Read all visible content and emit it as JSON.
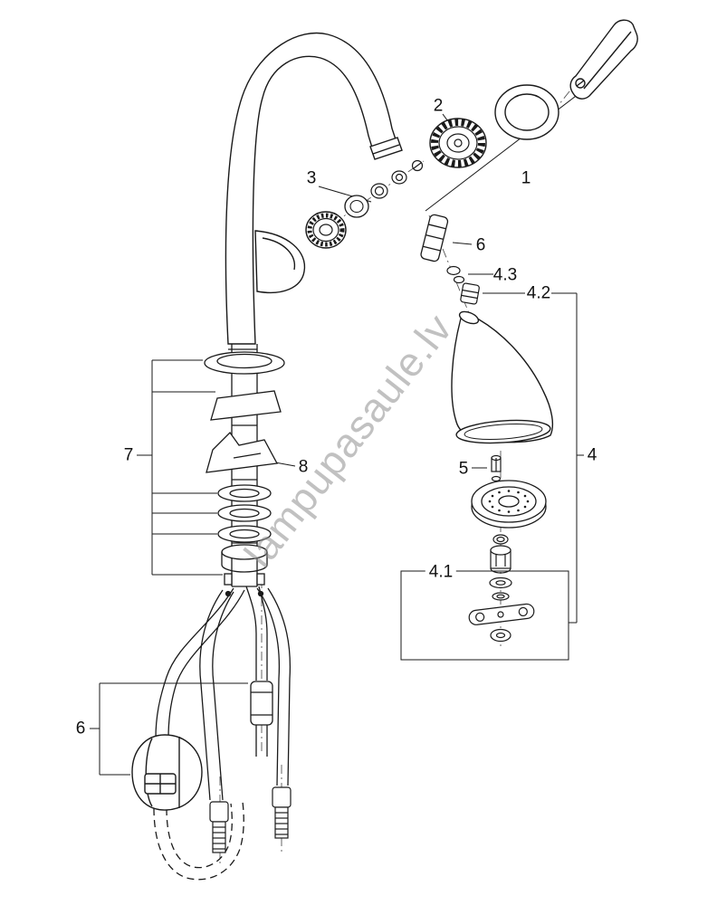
{
  "diagram": {
    "watermark": "lampupasaule.lv",
    "callouts": [
      {
        "id": "callout-2",
        "text": "2"
      },
      {
        "id": "callout-1",
        "text": "1"
      },
      {
        "id": "callout-3",
        "text": "3"
      },
      {
        "id": "callout-6-hose",
        "text": "6"
      },
      {
        "id": "callout-4-3",
        "text": "4.3"
      },
      {
        "id": "callout-4-2",
        "text": "4.2"
      },
      {
        "id": "callout-7",
        "text": "7"
      },
      {
        "id": "callout-8",
        "text": "8"
      },
      {
        "id": "callout-4",
        "text": "4"
      },
      {
        "id": "callout-5",
        "text": "5"
      },
      {
        "id": "callout-4-1",
        "text": "4.1"
      },
      {
        "id": "callout-6-weight",
        "text": "6"
      }
    ]
  }
}
